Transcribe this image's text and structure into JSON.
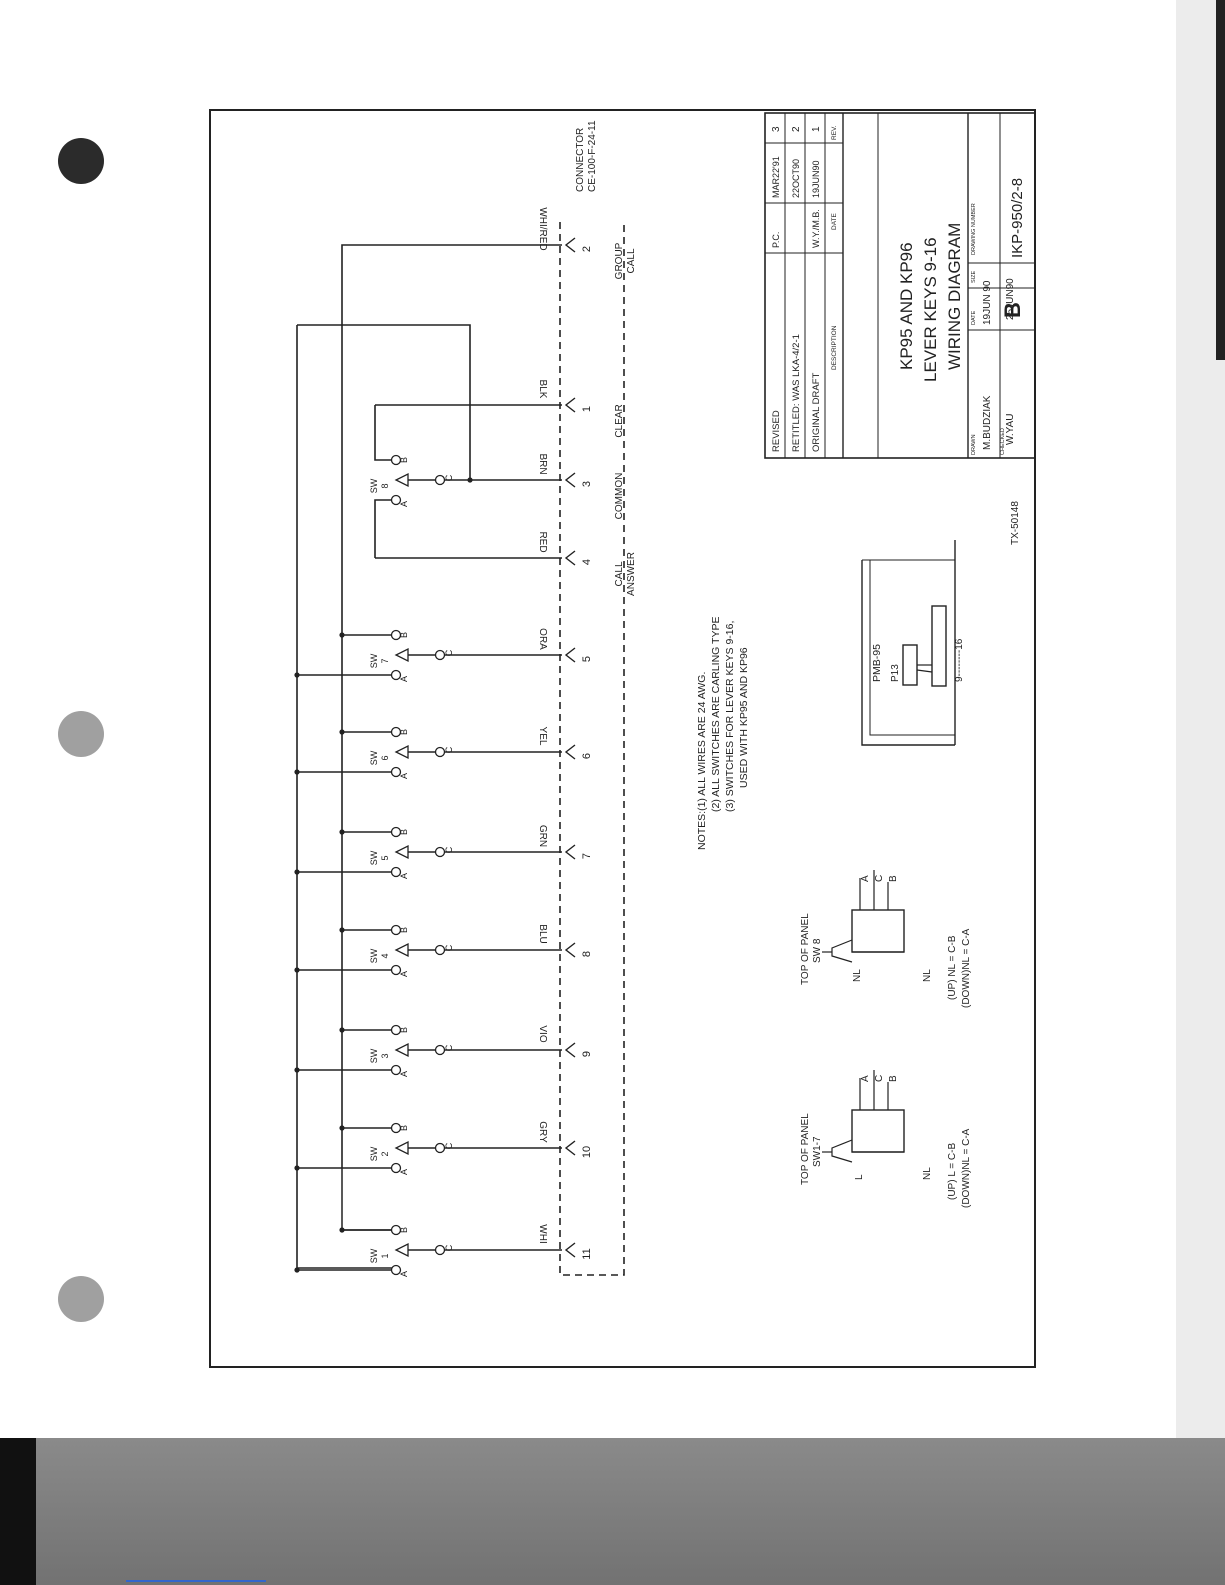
{
  "drawing": {
    "connector": {
      "label": "CONNECTOR",
      "part": "CE-100-F-24-11"
    },
    "signals": [
      {
        "pin": "2",
        "wire": "WHI/RED",
        "name_lines": [
          "GROUP",
          "CALL"
        ]
      },
      {
        "pin": "1",
        "wire": "BLK",
        "name_lines": [
          "CLEAR"
        ]
      },
      {
        "pin": "3",
        "wire": "BRN",
        "name_lines": [
          "COMMON"
        ]
      },
      {
        "pin": "4",
        "wire": "RED",
        "name_lines": [
          "CALL",
          "ANSWER"
        ]
      },
      {
        "pin": "5",
        "wire": "ORA",
        "name_lines": []
      },
      {
        "pin": "6",
        "wire": "YEL",
        "name_lines": []
      },
      {
        "pin": "7",
        "wire": "GRN",
        "name_lines": []
      },
      {
        "pin": "8",
        "wire": "BLU",
        "name_lines": []
      },
      {
        "pin": "9",
        "wire": "VIO",
        "name_lines": []
      },
      {
        "pin": "10",
        "wire": "GRY",
        "name_lines": []
      },
      {
        "pin": "11",
        "wire": "WHI",
        "name_lines": []
      }
    ],
    "switches": [
      {
        "sw": "SW",
        "num": "8",
        "a": "A",
        "b": "B",
        "c": "C"
      },
      {
        "sw": "SW",
        "num": "7",
        "a": "A",
        "b": "B",
        "c": "C"
      },
      {
        "sw": "SW",
        "num": "6",
        "a": "A",
        "b": "B",
        "c": "C"
      },
      {
        "sw": "SW",
        "num": "5",
        "a": "A",
        "b": "B",
        "c": "C"
      },
      {
        "sw": "SW",
        "num": "4",
        "a": "A",
        "b": "B",
        "c": "C"
      },
      {
        "sw": "SW",
        "num": "3",
        "a": "A",
        "b": "B",
        "c": "C"
      },
      {
        "sw": "SW",
        "num": "2",
        "a": "A",
        "b": "B",
        "c": "C"
      },
      {
        "sw": "SW",
        "num": "1",
        "a": "A",
        "b": "B",
        "c": "C"
      }
    ],
    "notes": [
      "NOTES:(1) ALL WIRES ARE 24 AWG.",
      "(2) ALL SWITCHES ARE CARLING TYPE",
      "(3) SWITCHES FOR LEVER KEYS 9-16,",
      "USED WITH KP95 AND KP96"
    ],
    "pcb": {
      "board": "PMB-95",
      "connector": "P13",
      "range": "9--------16"
    },
    "panel_sw8": {
      "title_lines": [
        "TOP OF PANEL",
        "SW 8"
      ],
      "pins": [
        "A",
        "C",
        "B"
      ],
      "top_label": "NL",
      "bottom_label": "NL",
      "legend": [
        "(UP) NL = C-B",
        "(DOWN)NL = C-A"
      ]
    },
    "panel_sw17": {
      "title_lines": [
        "TOP OF PANEL",
        "SW1-7"
      ],
      "pins": [
        "A",
        "C",
        "B"
      ],
      "top_label": "L",
      "bottom_label": "NL",
      "legend": [
        "(UP) L = C-B",
        "(DOWN)NL = C-A"
      ]
    },
    "title_block": {
      "revisions": [
        {
          "desc": "REVISED",
          "by": "P.C.",
          "date": "MAR22'91",
          "rev": "3"
        },
        {
          "desc": "RETITLED: WAS LKA-4/2-1",
          "by": "",
          "date": "22OCT90",
          "rev": "2"
        },
        {
          "desc": "ORIGINAL DRAFT",
          "by": "W.Y./M.B.",
          "date": "19JUN90",
          "rev": "1"
        }
      ],
      "rev_headers": {
        "desc": "DESCRIPTION",
        "date": "DATE",
        "rev": "REV."
      },
      "title_lines": [
        "KP95 AND KP96",
        "LEVER KEYS 9-16",
        "WIRING DIAGRAM"
      ],
      "drawn_label": "DRAWN",
      "drawn_by": "M.BUDZIAK",
      "checked_label": "CHECKED",
      "checked_by": "W.YAU",
      "date_label": "DATE",
      "drawn_date": "19JUN 90",
      "checked_date": "25JUN90",
      "size_label": "SIZE",
      "size": "B",
      "dwg_label": "DRAWING NUMBER",
      "drawing_number": "IKP-950/2-8"
    },
    "form_number": "TX-50148"
  },
  "colors": {
    "paper": "#ffffff",
    "ink": "#222222",
    "scanner_band": "#7a7a7a"
  }
}
